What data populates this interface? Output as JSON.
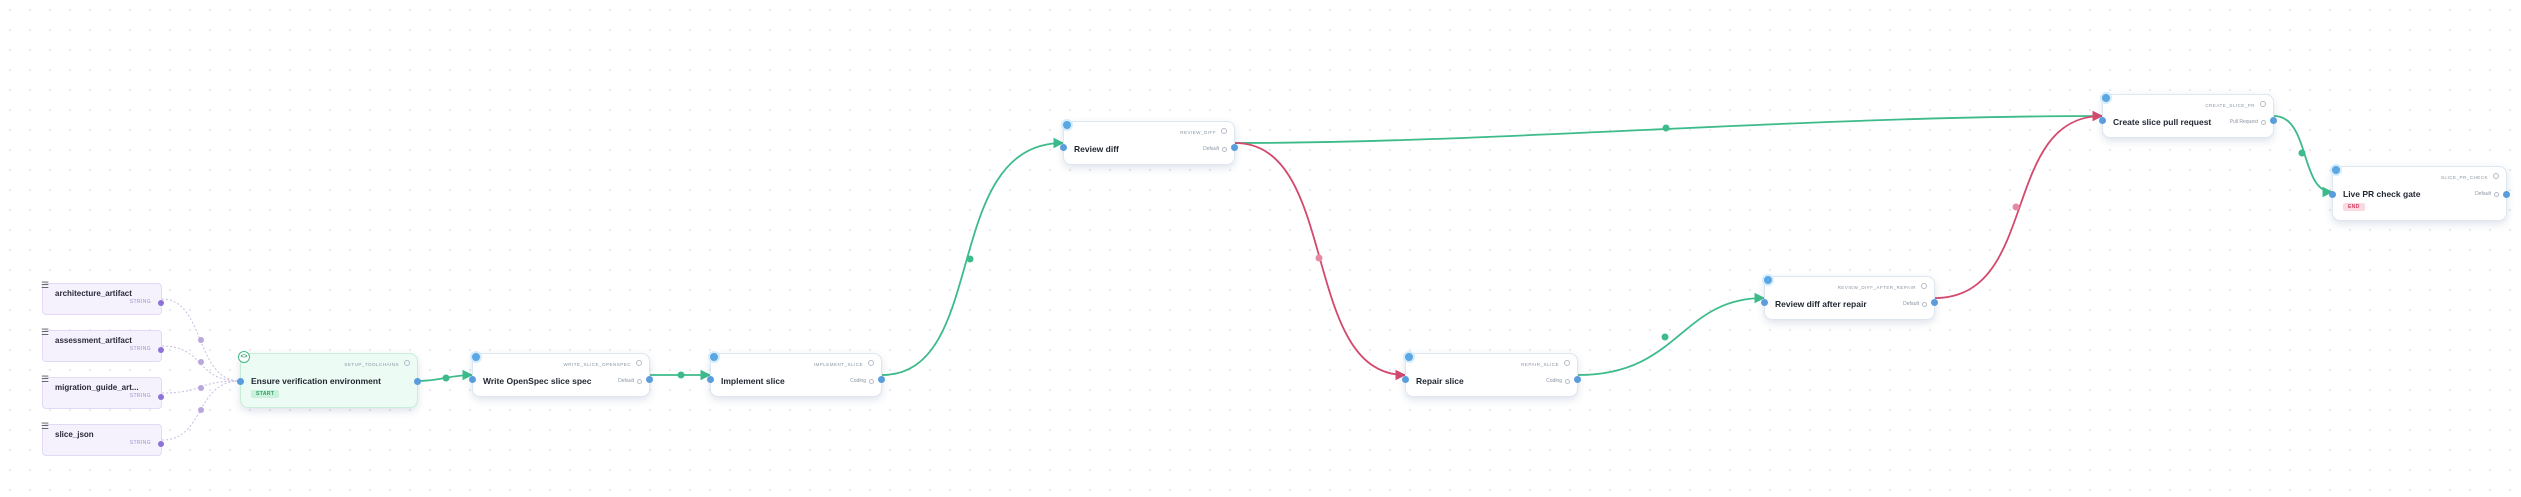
{
  "inputs": [
    {
      "label": "architecture_artifact",
      "type": "STRING"
    },
    {
      "label": "assessment_artifact",
      "type": "STRING"
    },
    {
      "label": "migration_guide_art...",
      "type": "STRING"
    },
    {
      "label": "slice_json",
      "type": "STRING"
    }
  ],
  "nodes": {
    "setup": {
      "id_label": "SETUP_TOOLCHAINS",
      "title": "Ensure verification environment",
      "badge": "START"
    },
    "write": {
      "id_label": "WRITE_SLICE_OPENSPEC",
      "title": "Write OpenSpec slice spec",
      "tag": "Default"
    },
    "implement": {
      "id_label": "IMPLEMENT_SLICE",
      "title": "Implement slice",
      "tag": "Coding"
    },
    "review": {
      "id_label": "REVIEW_DIFF",
      "title": "Review diff",
      "tag": "Default"
    },
    "repair": {
      "id_label": "REPAIR_SLICE",
      "title": "Repair slice",
      "tag": "Coding"
    },
    "review_after": {
      "id_label": "REVIEW_DIFF_AFTER_REPAIR",
      "title": "Review diff after repair",
      "tag": "Default"
    },
    "create_pr": {
      "id_label": "CREATE_SLICE_PR",
      "title": "Create slice pull request",
      "tag": "Pull Request"
    },
    "live_pr": {
      "id_label": "SLICE_PR_CHECK",
      "title": "Live PR check gate",
      "tag": "Default",
      "badge": "END"
    }
  },
  "colors": {
    "success_edge": "#3dbb8a",
    "failure_edge": "#d4496e",
    "input_edge": "#b7a7dd",
    "port": "#5a9ddd",
    "start_badge": "#2f9c63",
    "end_badge": "#cf3f64"
  }
}
